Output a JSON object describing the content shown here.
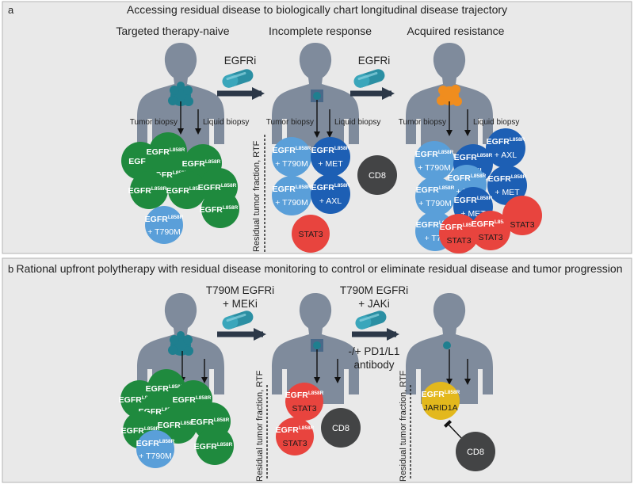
{
  "colors": {
    "panel_bg": "#e9e9e9",
    "panel_border": "#b3b3b3",
    "body": "#7f8b9c",
    "green": "#1f8a3e",
    "light_blue": "#5a9fd9",
    "dark_blue": "#1d5fb4",
    "red": "#e8443e",
    "yellow": "#e3b81c",
    "cd8": "#434445",
    "tumor_teal": "#1f7f8f",
    "tumor_orange": "#f08d1e",
    "arrow": "#2c3848",
    "capsule": "#2b8fa3"
  },
  "panel_a": {
    "letter": "a",
    "title": "Accessing residual disease to biologically chart longitudinal disease trajectory",
    "stages": [
      "Targeted therapy-naive",
      "Incomplete response",
      "Acquired resistance"
    ],
    "drugs": [
      "EGFRi",
      "EGFRi"
    ],
    "biopsy_labels": [
      "Tumor biopsy",
      "Liquid biopsy",
      "Tumor biopsy",
      "Liquid biopsy",
      "Tumor biopsy",
      "Liquid biopsy"
    ],
    "rtf_labels": [
      "Residual tumor fraction, RTF"
    ]
  },
  "panel_b": {
    "letter": "b",
    "title": "Rational upfront polytherapy with residual disease monitoring to control or eliminate residual disease and tumor progression",
    "drug1": [
      "T790M EGFRi",
      "+ MEKi"
    ],
    "drug2": [
      "T790M EGFRi",
      "+ JAKi"
    ],
    "drug2_extra": [
      "-/+ PD1/L1",
      "antibody"
    ],
    "rtf_labels": [
      "Residual tumor fraction, RTF",
      "Residual tumor fraction, RTF"
    ]
  },
  "cell_text": {
    "egfr": "EGFR",
    "l858r": "L858R",
    "egfr_truncated": "EGF",
    "t790m": "+ T790M",
    "t790m_truncated": "+ T79",
    "met": "+ MET",
    "axl": "+ AXL",
    "stat3": "STAT3",
    "jarid1a": "JARID1A",
    "cd8": "CD8"
  }
}
